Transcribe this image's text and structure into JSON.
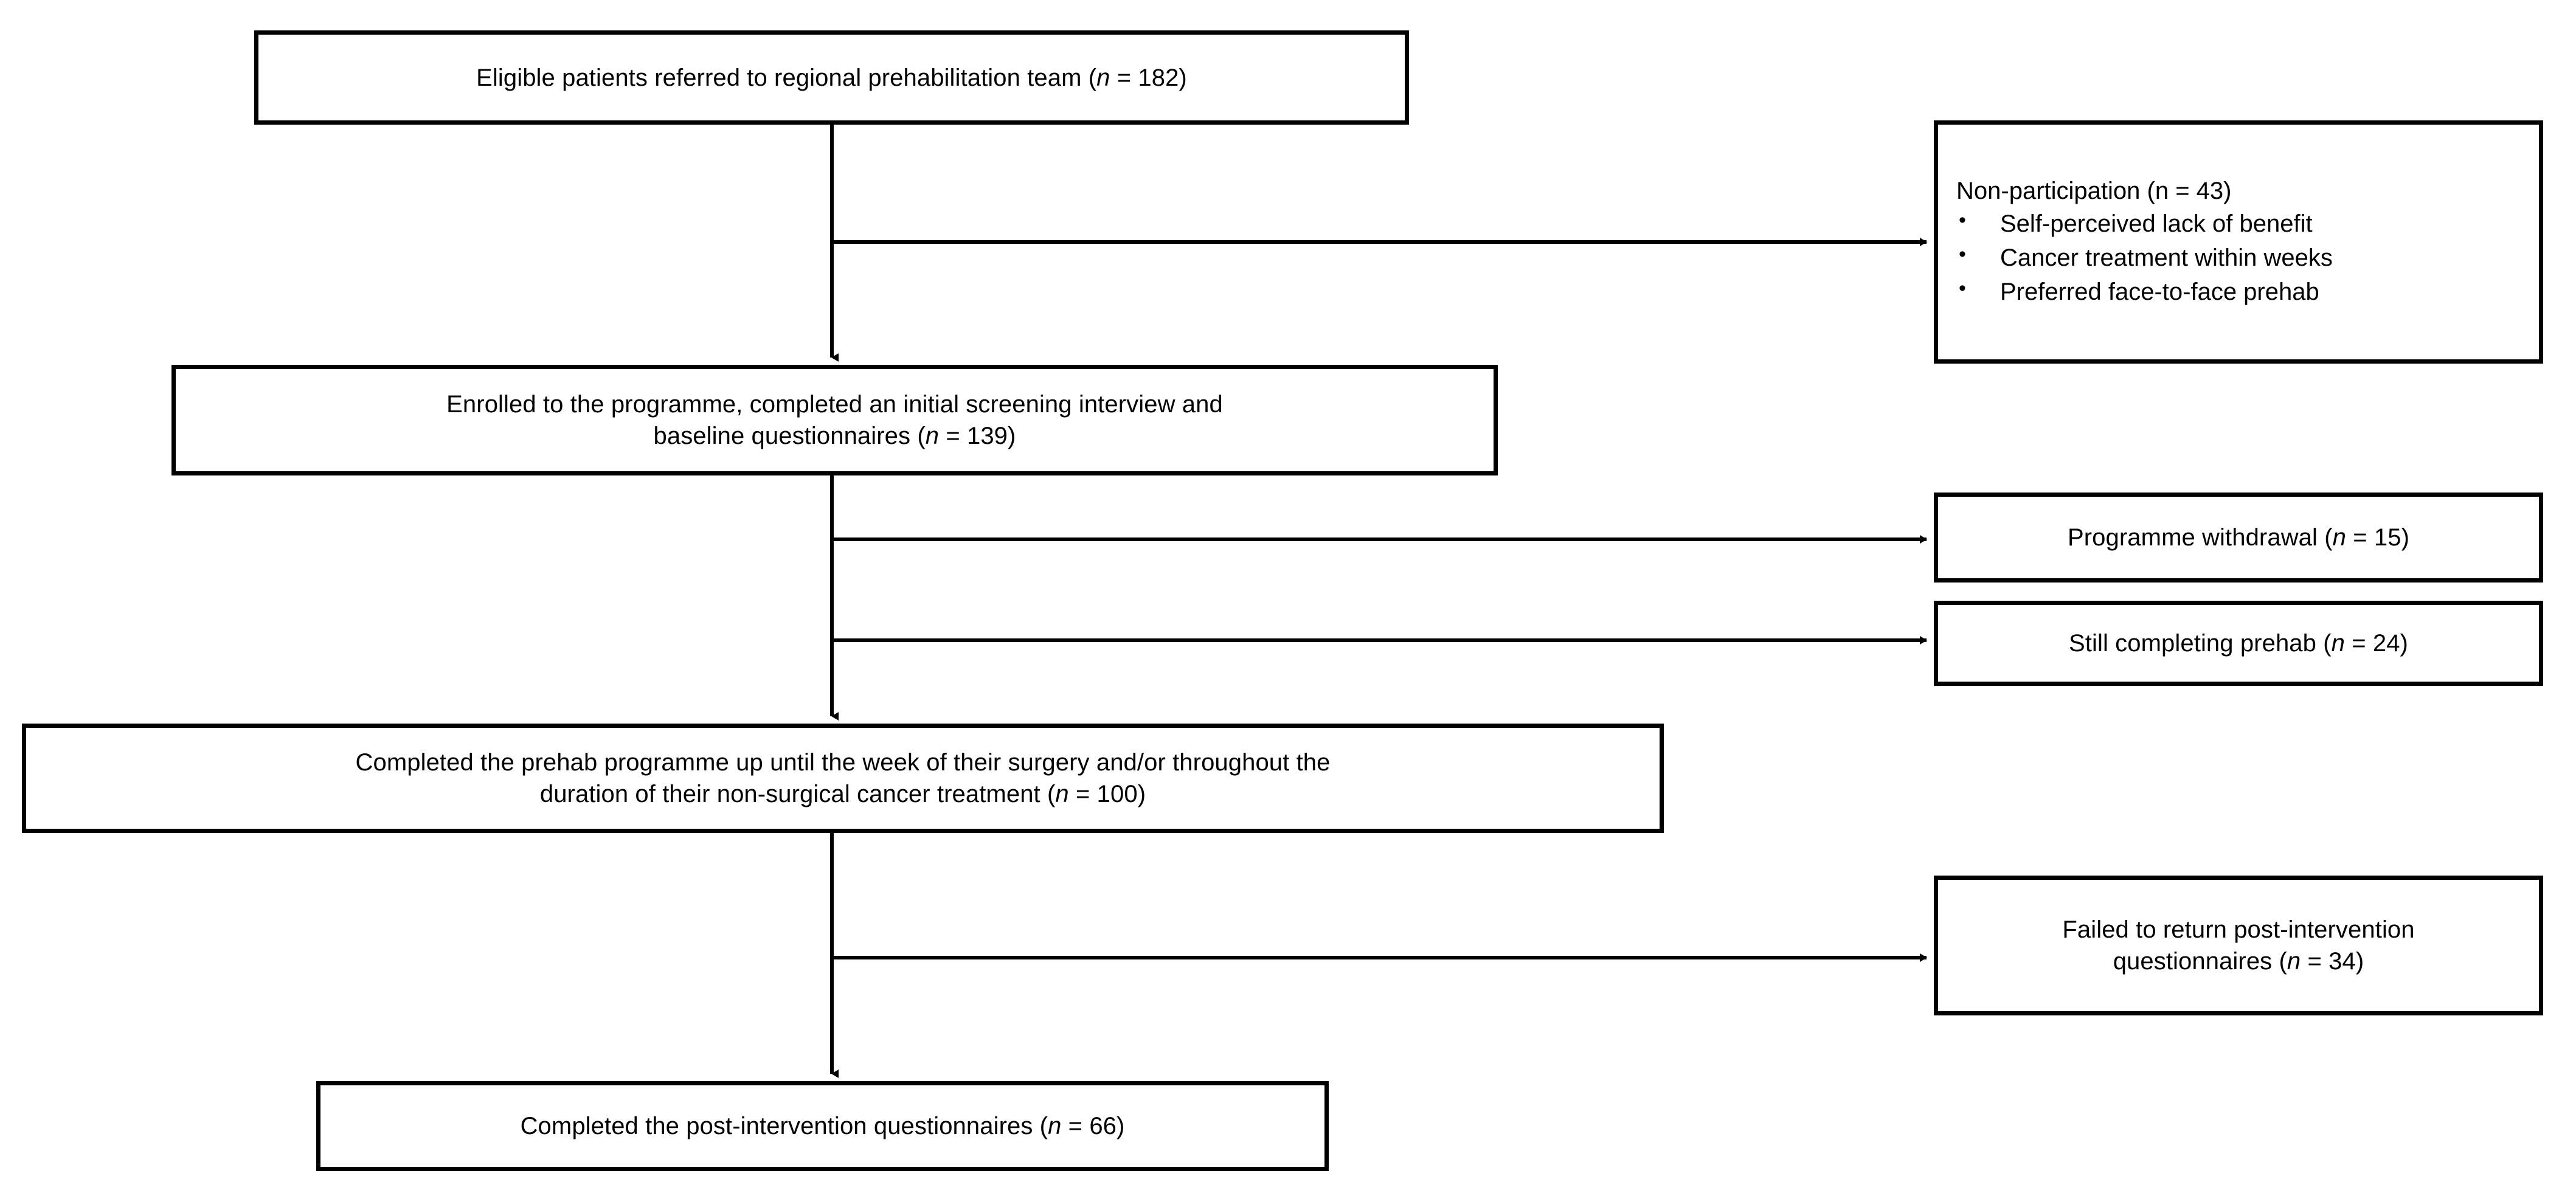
{
  "diagram": {
    "type": "participant-flow-diagram",
    "orientation": "top-to-bottom",
    "line_color": "#000000",
    "box_border_color": "#000000",
    "background_color": "#ffffff"
  },
  "nodes": {
    "referred": {
      "text_before": "Eligible patients referred to regional prehabilitation team (",
      "italic_n": "n",
      "text_after": " = 182)",
      "full_text": "Eligible patients referred to regional prehabilitation team (n = 182)",
      "count": 182
    },
    "non_participation": {
      "title_before": "Non-participation (",
      "italic_n": "n",
      "title_after": " = 43)",
      "full_title": "Non-participation (n = 43)",
      "count": 43,
      "reasons": [
        "Self-perceived lack of benefit",
        "Cancer treatment within weeks",
        "Preferred face-to-face prehab"
      ]
    },
    "enrolled": {
      "line1": "Enrolled to the programme, completed an initial screening interview and",
      "line2_before": "baseline questionnaires (",
      "italic_n": "n",
      "line2_after": " = 139)",
      "full_text": "Enrolled to the programme, completed an initial screening interview and baseline questionnaires (n = 139)",
      "count": 139
    },
    "withdrawal": {
      "text_before": "Programme withdrawal (",
      "italic_n": "n",
      "text_after": " = 15)",
      "full_text": "Programme withdrawal (n = 15)",
      "count": 15
    },
    "still_completing": {
      "text_before": "Still completing prehab (",
      "italic_n": "n",
      "text_after": " = 24)",
      "full_text": "Still completing prehab (n = 24)",
      "count": 24
    },
    "completed_prehab": {
      "line1": "Completed the prehab programme up until the week of their surgery and/or throughout the",
      "line2_before": "duration of their non-surgical cancer treatment (",
      "italic_n": "n",
      "line2_after": " = 100)",
      "full_text": "Completed the prehab programme up until the week of their surgery and/or throughout the duration of their non-surgical cancer treatment (n = 100)",
      "count": 100
    },
    "failed_return": {
      "line1": "Failed to return post-intervention",
      "line2_before": "questionnaires (",
      "italic_n": "n",
      "line2_after": " = 34)",
      "full_text": "Failed to return post-intervention questionnaires (n = 34)",
      "count": 34
    },
    "completed_post": {
      "text_before": "Completed the post-intervention questionnaires (",
      "italic_n": "n",
      "text_after": " = 66)",
      "full_text": "Completed the post-intervention questionnaires (n = 66)",
      "count": 66
    }
  },
  "flow_data": {
    "type": "flowchart",
    "main_path": [
      {
        "id": "referred",
        "label": "Eligible patients referred to regional prehabilitation team",
        "n": 182
      },
      {
        "id": "enrolled",
        "label": "Enrolled to the programme, completed an initial screening interview and baseline questionnaires",
        "n": 139
      },
      {
        "id": "completed_prehab",
        "label": "Completed the prehab programme up until the week of their surgery and/or throughout the duration of their non-surgical cancer treatment",
        "n": 100
      },
      {
        "id": "completed_post",
        "label": "Completed the post-intervention questionnaires",
        "n": 66
      }
    ],
    "exclusions": [
      {
        "id": "non_participation",
        "label": "Non-participation",
        "n": 43,
        "after": "referred"
      },
      {
        "id": "withdrawal",
        "label": "Programme withdrawal",
        "n": 15,
        "after": "enrolled"
      },
      {
        "id": "still_completing",
        "label": "Still completing prehab",
        "n": 24,
        "after": "enrolled"
      },
      {
        "id": "failed_return",
        "label": "Failed to return post-intervention questionnaires",
        "n": 34,
        "after": "completed_prehab"
      }
    ]
  }
}
